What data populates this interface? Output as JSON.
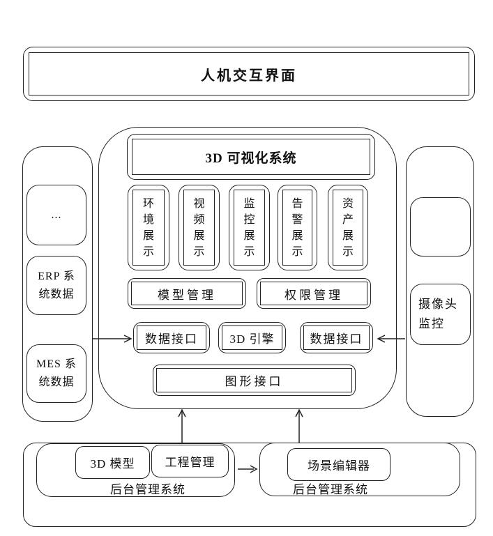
{
  "top_panel": {
    "title": "人机交互界面"
  },
  "core": {
    "title": "3D 可视化系统",
    "display_modules": [
      "环境展示",
      "视频展示",
      "监控展示",
      "告警展示",
      "资产展示"
    ],
    "model_mgmt": "模型管理",
    "permission_mgmt": "权限管理",
    "data_interface_left": "数据接口",
    "engine": "3D 引擎",
    "data_interface_right": "数据接口",
    "graphics_interface": "图形接口"
  },
  "left_panel": {
    "ellipsis": "...",
    "erp": {
      "line1": "ERP 系",
      "line2": "统数据"
    },
    "mes": {
      "line1": "MES 系",
      "line2": "统数据"
    }
  },
  "right_panel": {
    "camera": {
      "line1": "摄像头",
      "line2": "监控"
    }
  },
  "bottom": {
    "left_system": {
      "model_3d": "3D 模型",
      "project_mgmt": "工程管理",
      "label": "后台管理系统"
    },
    "right_system": {
      "scene_editor": "场景编辑器",
      "label": "后台管理系统"
    }
  },
  "colors": {
    "line": "#222222",
    "background": "#ffffff",
    "text": "#111111"
  }
}
